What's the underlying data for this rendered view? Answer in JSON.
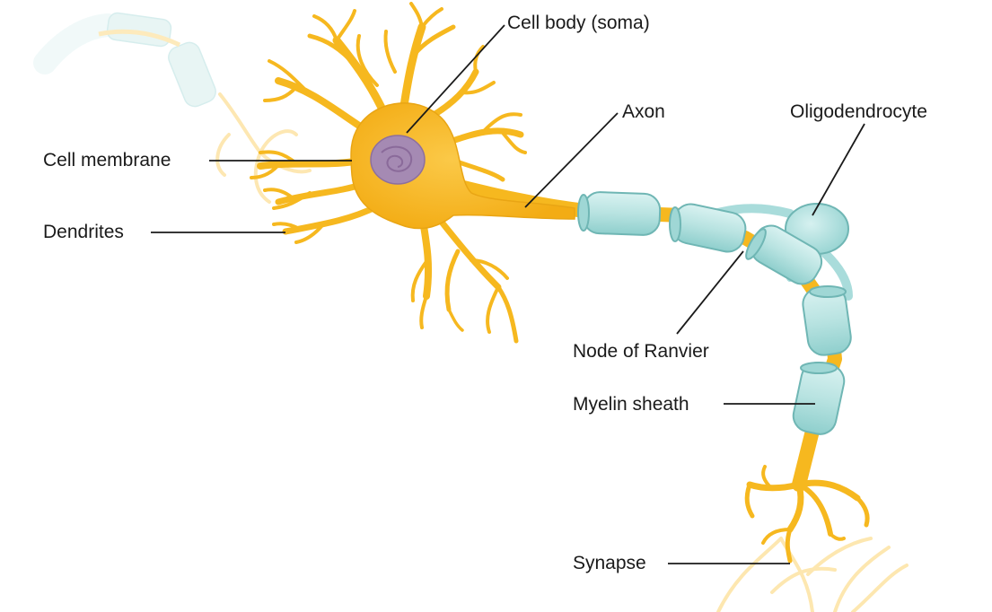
{
  "labels": {
    "cell_body": "Cell body (soma)",
    "axon": "Axon",
    "oligodendrocyte": "Oligodendrocyte",
    "cell_membrane": "Cell membrane",
    "dendrites": "Dendrites",
    "node_of_ranvier": "Node of Ranvier",
    "myelin_sheath": "Myelin sheath",
    "synapse": "Synapse"
  },
  "colors": {
    "neuron_fill": "#f6b81f",
    "neuron_light": "#fbd56d",
    "nucleus": "#a58ab3",
    "myelin_fill": "#bfe7e5",
    "myelin_edge": "#7dbcbc",
    "faded_neuron": "#fde7b0",
    "leader_line": "#1a1a1a"
  }
}
